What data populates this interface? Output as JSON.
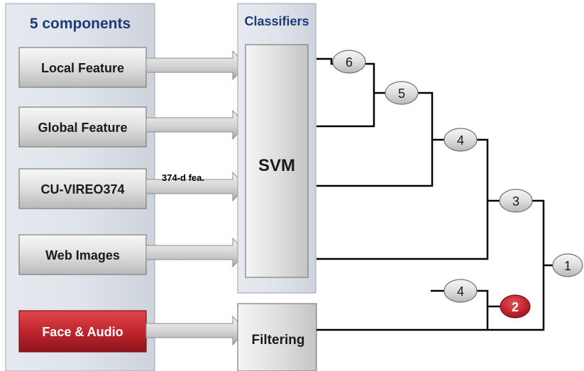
{
  "components_panel": {
    "title": "5 components",
    "items": [
      {
        "label": "Local Feature"
      },
      {
        "label": "Global Feature"
      },
      {
        "label": "CU-VIREO374"
      },
      {
        "label": "Web Images"
      },
      {
        "label": "Face & Audio"
      }
    ]
  },
  "classifiers_panel": {
    "title": "Classifiers",
    "svm_label": "SVM",
    "filtering_label": "Filtering"
  },
  "feature_label": "374-d fea.",
  "fusion_nodes": [
    "6",
    "5",
    "4",
    "3",
    "1",
    "4",
    "2"
  ],
  "colors": {
    "panel_bg": "#dfe3ea",
    "box_gray": "#d9d9d9",
    "face_audio_red": "#c0262d",
    "node_red": "#c0262d",
    "title_blue": "#1f3a78"
  }
}
